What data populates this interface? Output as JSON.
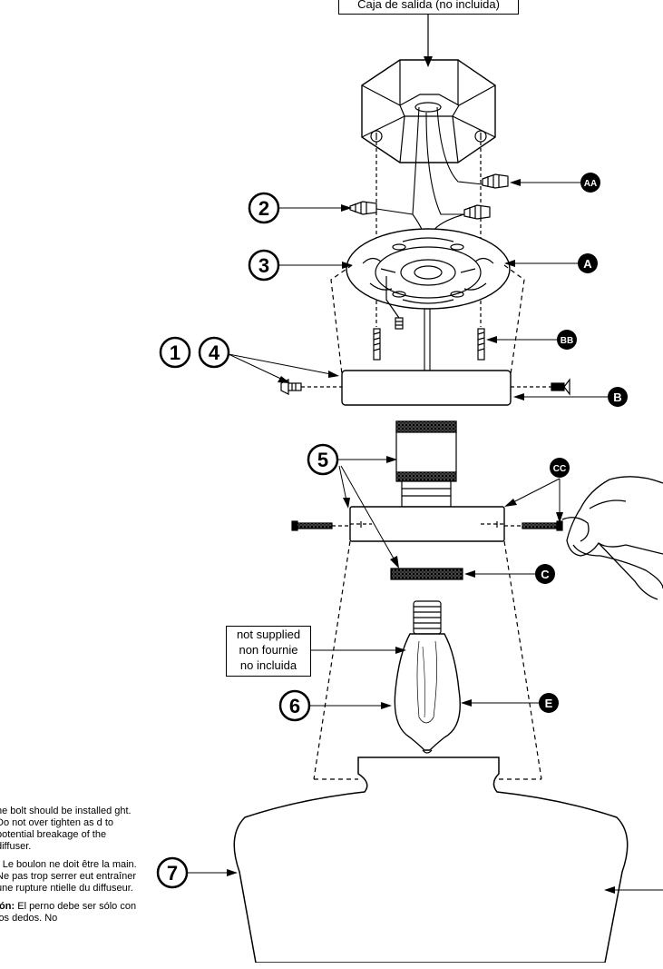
{
  "outlet_box_label": "Caja de salida (no incluida)",
  "not_supplied": {
    "en": "not supplied",
    "fr": "non fournie",
    "es": "no incluida"
  },
  "part_numbers": {
    "p1": "1",
    "p2": "2",
    "p3": "3",
    "p4": "4",
    "p5": "5",
    "p6": "6",
    "p7": "7"
  },
  "hardware_letters": {
    "aa": "AA",
    "a": "A",
    "bb": "BB",
    "b": "B",
    "cc": "CC",
    "c": "C",
    "e": "E"
  },
  "caution_note": {
    "en_text": "he bolt should be installed ght. Do not over tighten as d to potential breakage of  the diffuser.",
    "fr_lead": ":",
    "fr_text": " Le boulon ne doit être la main. Ne pas trop serrer eut entraîner une rupture ntielle du diffuseur.",
    "es_lead": "ión:",
    "es_text": " El perno debe ser sólo con los dedos. No"
  },
  "colors": {
    "ink": "#000000",
    "paper": "#ffffff"
  }
}
